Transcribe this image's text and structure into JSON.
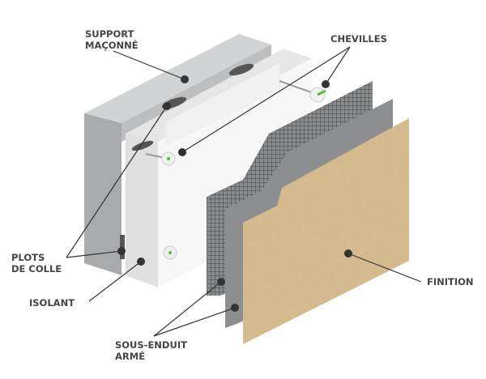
{
  "labels": {
    "support": [
      "SUPPORT",
      "MAÇONNÉ"
    ],
    "chevilles": "CHEVILLES",
    "plots": [
      "PLOTS",
      "DE COLLE"
    ],
    "isolant": "ISOLANT",
    "sous_enduit": [
      "SOUS-ENDUIT",
      "ARMÉ"
    ],
    "finition": "FINITION"
  },
  "colors": {
    "masonry": "#b9babc",
    "insulation": "#f2f2f2",
    "mesh": "#6d6e70",
    "base_coat": "#8d8e90",
    "finish": "#d8bd8c",
    "dowel_accent": "#5fb83a"
  }
}
